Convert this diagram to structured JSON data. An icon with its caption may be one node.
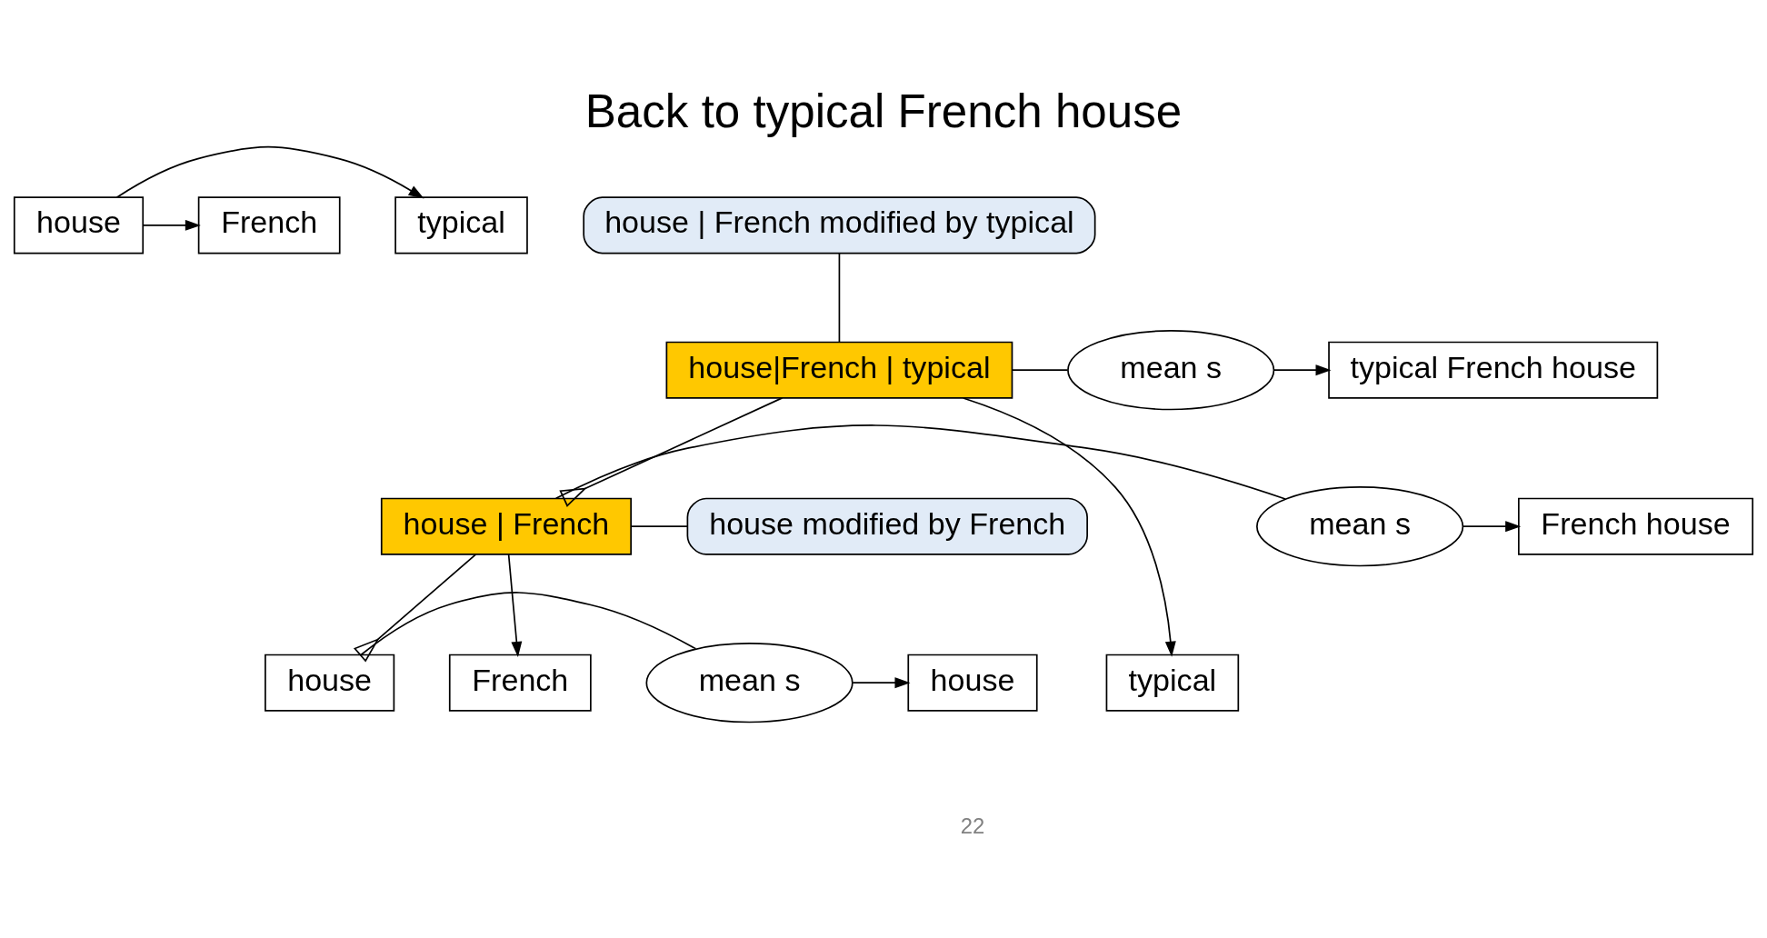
{
  "diagram": {
    "title": "Back to typical French house",
    "nodes": [
      {
        "text": [
          "typical"
        ]
      },
      {
        "text": [
          "French"
        ]
      },
      {
        "text": [
          "house"
        ]
      },
      {
        "text": [
          "house | French modified by typical"
        ]
      },
      {
        "text": [
          "house|French | typical"
        ]
      },
      {
        "text": [
          "mean s"
        ]
      },
      {
        "text": [
          "typical French house"
        ]
      },
      {
        "text": [
          "house modified by French"
        ]
      },
      {
        "text": [
          "house | French"
        ]
      },
      {
        "text": [
          "mean s"
        ]
      },
      {
        "text": [
          "French house"
        ]
      },
      {
        "text": [
          "typical"
        ]
      },
      {
        "text": [
          "French"
        ]
      },
      {
        "text": [
          "house"
        ]
      },
      {
        "text": [
          "mean s"
        ]
      },
      {
        "text": [
          "house"
        ]
      }
    ],
    "edges": [
      {
        "from": 2,
        "to": 0,
        "arrow": "to"
      },
      {
        "from": 2,
        "to": 1,
        "arrow": "to"
      },
      {
        "from": 3,
        "to": 4,
        "arrow": "none"
      },
      {
        "from": 4,
        "to": 5,
        "arrow": "none"
      },
      {
        "from": 5,
        "to": 6,
        "arrow": "to"
      },
      {
        "from": 4,
        "to": 8,
        "arrow": "other"
      },
      {
        "from": 7,
        "to": 8,
        "arrow": "none"
      },
      {
        "from": 4,
        "to": 11,
        "arrow": "to"
      },
      {
        "from": 8,
        "to": 9,
        "arrow": "none"
      },
      {
        "from": 9,
        "to": 10,
        "arrow": "to"
      },
      {
        "from": 8,
        "to": 12,
        "arrow": "to"
      },
      {
        "from": 8,
        "to": 13,
        "arrow": "other"
      },
      {
        "from": 13,
        "to": 14,
        "arrow": "none"
      },
      {
        "from": 14,
        "to": 15,
        "arrow": "to"
      }
    ],
    "labels": [
      "22"
    ]
  }
}
